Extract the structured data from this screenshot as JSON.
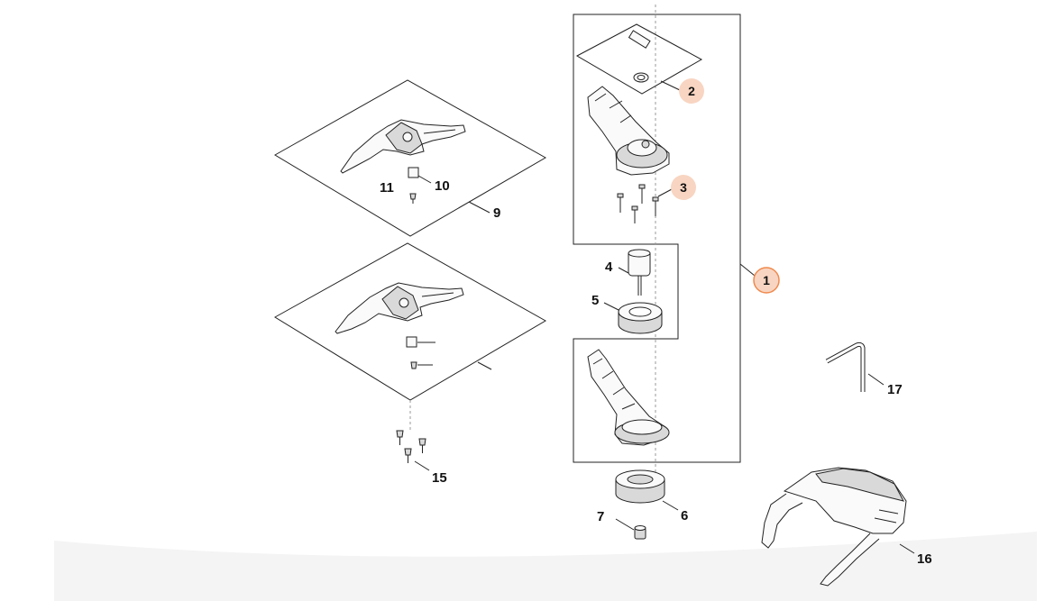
{
  "callouts": {
    "p1": "1",
    "p2": "2",
    "p3": "3",
    "p4": "4",
    "p5": "5",
    "p6": "6",
    "p7": "7",
    "p9": "9",
    "p10": "10",
    "p11": "11",
    "p15": "15",
    "p16": "16",
    "p17": "17"
  },
  "colors": {
    "highlight_fill": "#f8d5c2",
    "highlight_stroke": "#ef8a4d",
    "line": "#222222"
  }
}
